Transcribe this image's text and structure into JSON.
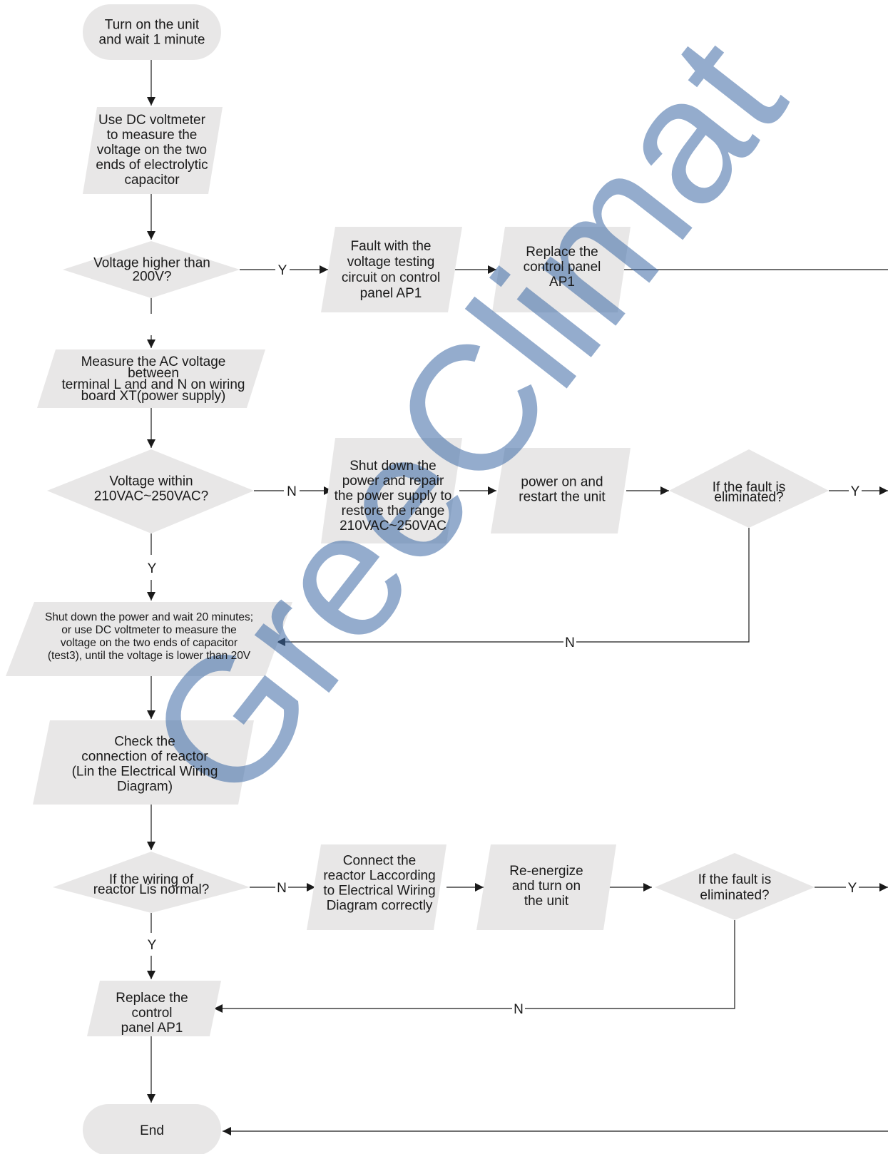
{
  "watermark": "GreeClimat",
  "nodes": {
    "start": [
      "Turn on the unit",
      "and wait 1 minute"
    ],
    "measure_dc": [
      "Use DC voltmeter",
      "to measure the",
      "voltage on the two",
      "ends of electrolytic",
      "capacitor"
    ],
    "dec_voltage_high": [
      "Voltage higher than",
      "200V?"
    ],
    "fault_testing": [
      "Fault with the",
      "voltage testing",
      "circuit on control",
      "panel AP1"
    ],
    "replace_panel_1": [
      "Replace the",
      "control panel",
      "AP1"
    ],
    "measure_ac": [
      "Measure the AC voltage",
      "between",
      "terminal L and and N on wiring",
      "board XT(power supply)"
    ],
    "dec_voltage_range": [
      "Voltage within",
      "210VAC~250VAC?"
    ],
    "repair_supply": [
      "Shut down the",
      "power and repair",
      "the power supply to",
      "restore the range",
      "210VAC~250VAC"
    ],
    "restart_unit": [
      "power on and",
      "restart the unit"
    ],
    "dec_fault_1": [
      "If the fault is",
      "eliminated?"
    ],
    "wait_discharge": [
      "Shut down the power and wait 20 minutes;",
      "or use DC voltmeter to measure the",
      "voltage on the two ends of capacitor",
      "(test3), until the voltage  is lower than 20V"
    ],
    "check_reactor": [
      "Check the",
      "connection of reactor",
      "(Lin the Electrical Wiring",
      "Diagram)"
    ],
    "dec_wiring": [
      "If the wiring of",
      "reactor Lis normal?"
    ],
    "connect_reactor": [
      "Connect the",
      "reactor Laccording",
      "to Electrical Wiring",
      "Diagram correctly"
    ],
    "reenergize": [
      "Re-energize",
      "and turn on",
      "the unit"
    ],
    "dec_fault_2": [
      "If the fault is",
      "eliminated?"
    ],
    "replace_panel_2": [
      "Replace the",
      "control",
      "panel AP1"
    ],
    "end": [
      "End"
    ]
  },
  "edge_labels": {
    "high_yes": "Y",
    "range_no": "N",
    "range_yes": "Y",
    "fault1_yes": "Y",
    "fault1_no": "N",
    "wiring_no": "N",
    "wiring_yes": "Y",
    "fault2_yes": "Y",
    "fault2_no": "N"
  },
  "colors": {
    "shape_fill": "#e8e7e7",
    "line": "#1a1a1a",
    "watermark": "#3d6aa6"
  }
}
